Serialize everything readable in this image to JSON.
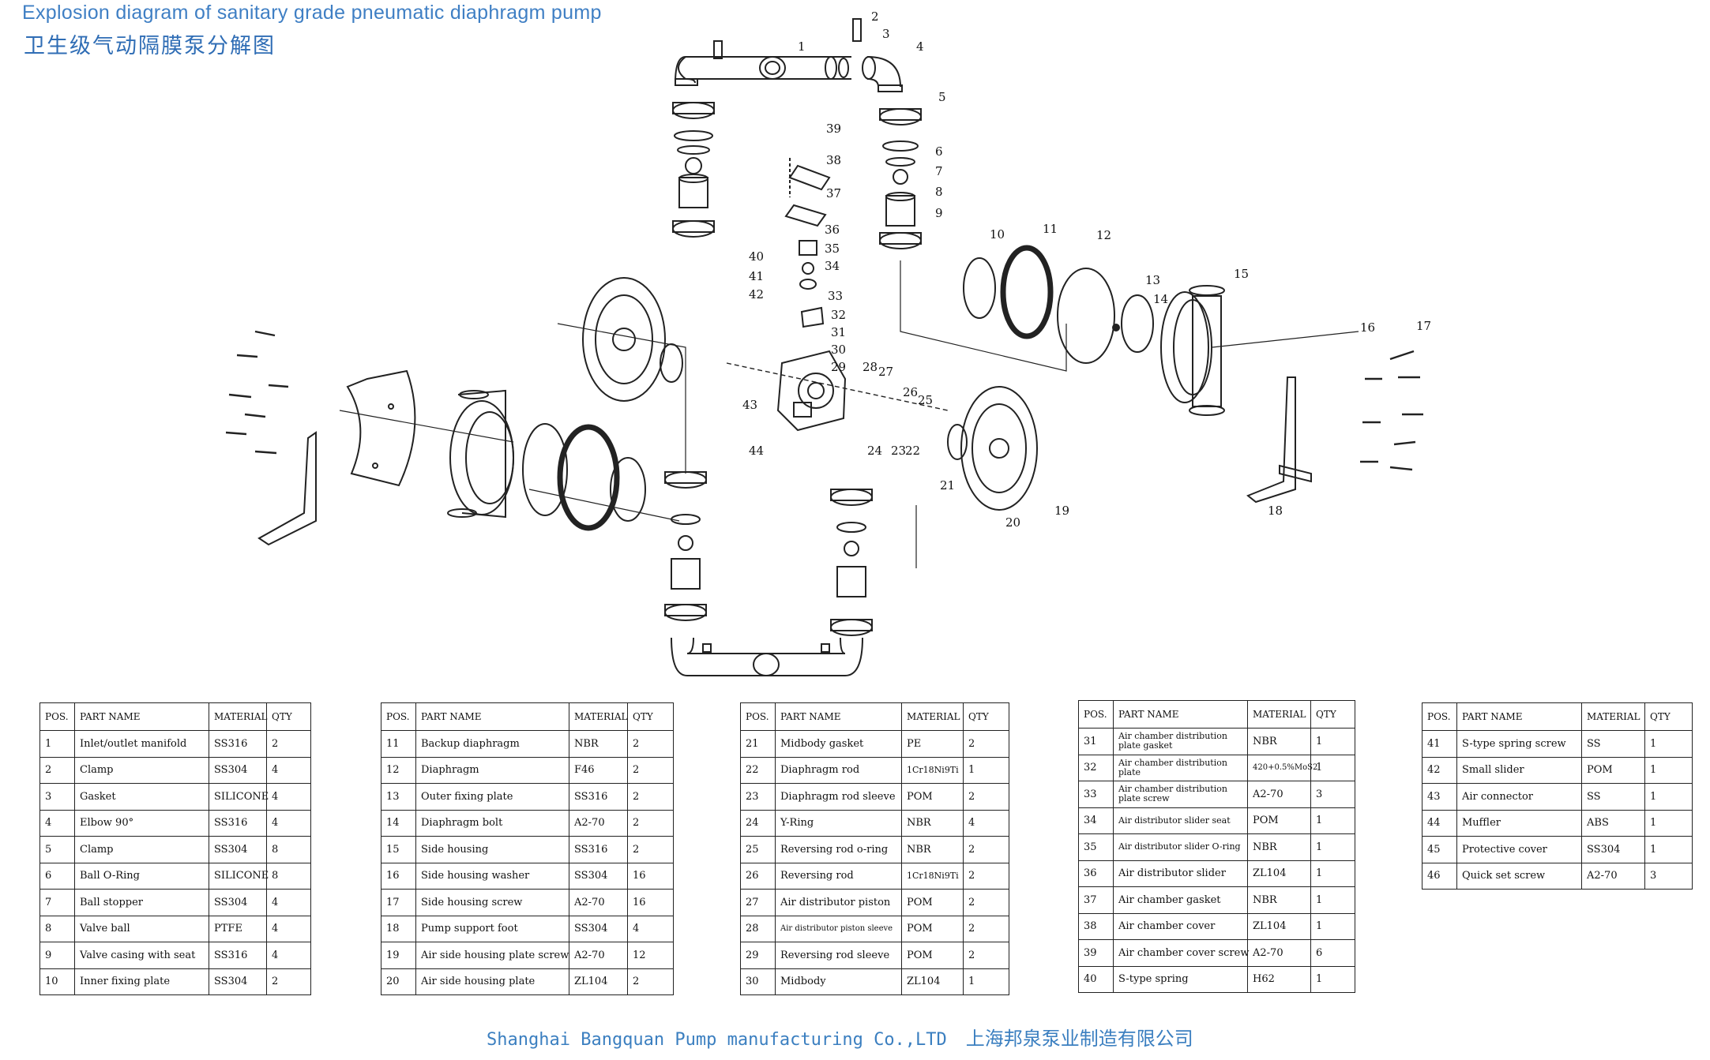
{
  "title_en": "Explosion diagram of sanitary grade pneumatic diaphragm pump",
  "title_cn": "卫生级气动隔膜泵分解图",
  "headers": [
    "POS.",
    "PART NAME",
    "MATERIAL",
    "QTY"
  ],
  "tables": [
    [
      [
        "1",
        "Inlet/outlet manifold",
        "SS316",
        "2"
      ],
      [
        "2",
        "Clamp",
        "SS304",
        "4"
      ],
      [
        "3",
        "Gasket",
        "SILICONE",
        "4"
      ],
      [
        "4",
        "Elbow 90°",
        "SS316",
        "4"
      ],
      [
        "5",
        "Clamp",
        "SS304",
        "8"
      ],
      [
        "6",
        "Ball O-Ring",
        "SILICONE",
        "8"
      ],
      [
        "7",
        "Ball stopper",
        "SS304",
        "4"
      ],
      [
        "8",
        "Valve ball",
        "PTFE",
        "4"
      ],
      [
        "9",
        "Valve casing with seat",
        "SS316",
        "4"
      ],
      [
        "10",
        "Inner fixing plate",
        "SS304",
        "2"
      ]
    ],
    [
      [
        "11",
        "Backup diaphragm",
        "NBR",
        "2"
      ],
      [
        "12",
        "Diaphragm",
        "F46",
        "2"
      ],
      [
        "13",
        "Outer fixing plate",
        "SS316",
        "2"
      ],
      [
        "14",
        "Diaphragm bolt",
        "A2-70",
        "2"
      ],
      [
        "15",
        "Side housing",
        "SS316",
        "2"
      ],
      [
        "16",
        "Side housing washer",
        "SS304",
        "16"
      ],
      [
        "17",
        "Side housing screw",
        "A2-70",
        "16"
      ],
      [
        "18",
        "Pump support foot",
        "SS304",
        "4"
      ],
      [
        "19",
        "Air side housing plate screw",
        "A2-70",
        "12"
      ],
      [
        "20",
        "Air side housing plate",
        "ZL104",
        "2"
      ]
    ],
    [
      [
        "21",
        "Midbody gasket",
        "PE",
        "2"
      ],
      [
        "22",
        "Diaphragm rod",
        "1Cr18Ni9Ti",
        "1"
      ],
      [
        "23",
        "Diaphragm rod sleeve",
        "POM",
        "2"
      ],
      [
        "24",
        "Y-Ring",
        "NBR",
        "4"
      ],
      [
        "25",
        "Reversing rod o-ring",
        "NBR",
        "2"
      ],
      [
        "26",
        "Reversing rod",
        "1Cr18Ni9Ti",
        "2"
      ],
      [
        "27",
        "Air distributor piston",
        "POM",
        "2"
      ],
      [
        "28",
        "Air distributor piston sleeve",
        "POM",
        "2"
      ],
      [
        "29",
        "Reversing rod sleeve",
        "POM",
        "2"
      ],
      [
        "30",
        "Midbody",
        "ZL104",
        "1"
      ]
    ],
    [
      [
        "31",
        "Air chamber distribution plate gasket",
        "NBR",
        "1"
      ],
      [
        "32",
        "Air chamber distribution plate",
        "420+0.5%MoS2",
        "1"
      ],
      [
        "33",
        "Air chamber distribution plate screw",
        "A2-70",
        "3"
      ],
      [
        "34",
        "Air distributor slider seat",
        "POM",
        "1"
      ],
      [
        "35",
        "Air distributor slider O-ring",
        "NBR",
        "1"
      ],
      [
        "36",
        "Air distributor slider",
        "ZL104",
        "1"
      ],
      [
        "37",
        "Air chamber gasket",
        "NBR",
        "1"
      ],
      [
        "38",
        "Air chamber cover",
        "ZL104",
        "1"
      ],
      [
        "39",
        "Air chamber cover screw",
        "A2-70",
        "6"
      ],
      [
        "40",
        "S-type spring",
        "H62",
        "1"
      ]
    ],
    [
      [
        "41",
        "S-type spring screw",
        "SS",
        "1"
      ],
      [
        "42",
        "Small slider",
        "POM",
        "1"
      ],
      [
        "43",
        "Air connector",
        "SS",
        "1"
      ],
      [
        "44",
        "Muffler",
        "ABS",
        "1"
      ],
      [
        "45",
        "Protective cover",
        "SS304",
        "1"
      ],
      [
        "46",
        "Quick set screw",
        "A2-70",
        "3"
      ]
    ]
  ],
  "callouts": [
    "1",
    "2",
    "3",
    "4",
    "5",
    "6",
    "7",
    "8",
    "9",
    "10",
    "11",
    "12",
    "13",
    "14",
    "15",
    "16",
    "17",
    "18",
    "19",
    "20",
    "21",
    "22",
    "23",
    "24",
    "25",
    "26",
    "27",
    "28",
    "29",
    "30",
    "31",
    "32",
    "33",
    "34",
    "35",
    "36",
    "37",
    "38",
    "39",
    "40",
    "41",
    "42",
    "43",
    "44"
  ],
  "footer_en": "Shanghai Bangquan Pump manufacturing Co.,LTD",
  "footer_cn": "上海邦泉泵业制造有限公司",
  "colors": {
    "title": "#3f7fc4",
    "footer": "#3b7fc0",
    "line": "#222222"
  }
}
